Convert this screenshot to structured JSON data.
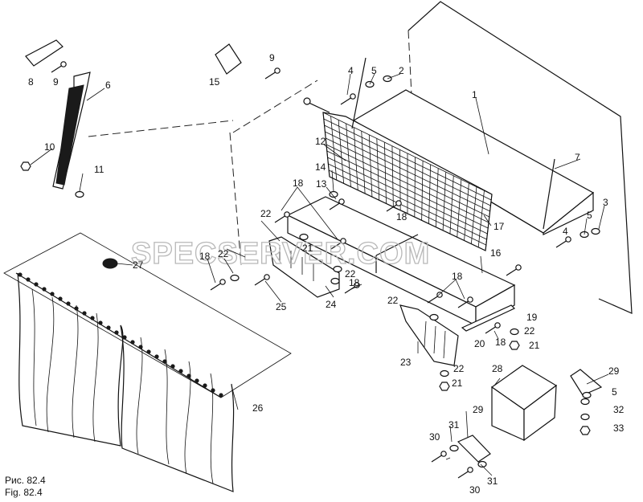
{
  "watermark": "SPECSERVER.COM",
  "caption": {
    "ru": "Рис. 82.4",
    "en": "Fig. 82.4"
  },
  "callouts": [
    "1",
    "2",
    "3",
    "4",
    "4",
    "5",
    "5",
    "5",
    "6",
    "7",
    "8",
    "9",
    "9",
    "10",
    "11",
    "12",
    "13",
    "14",
    "15",
    "16",
    "17",
    "18",
    "18",
    "18",
    "18",
    "18",
    "18",
    "19",
    "20",
    "21",
    "21",
    "21",
    "22",
    "22",
    "22",
    "22",
    "22",
    "22",
    "23",
    "24",
    "25",
    "26",
    "27",
    "28",
    "29",
    "29",
    "30",
    "30",
    "31",
    "31",
    "32",
    "33"
  ]
}
